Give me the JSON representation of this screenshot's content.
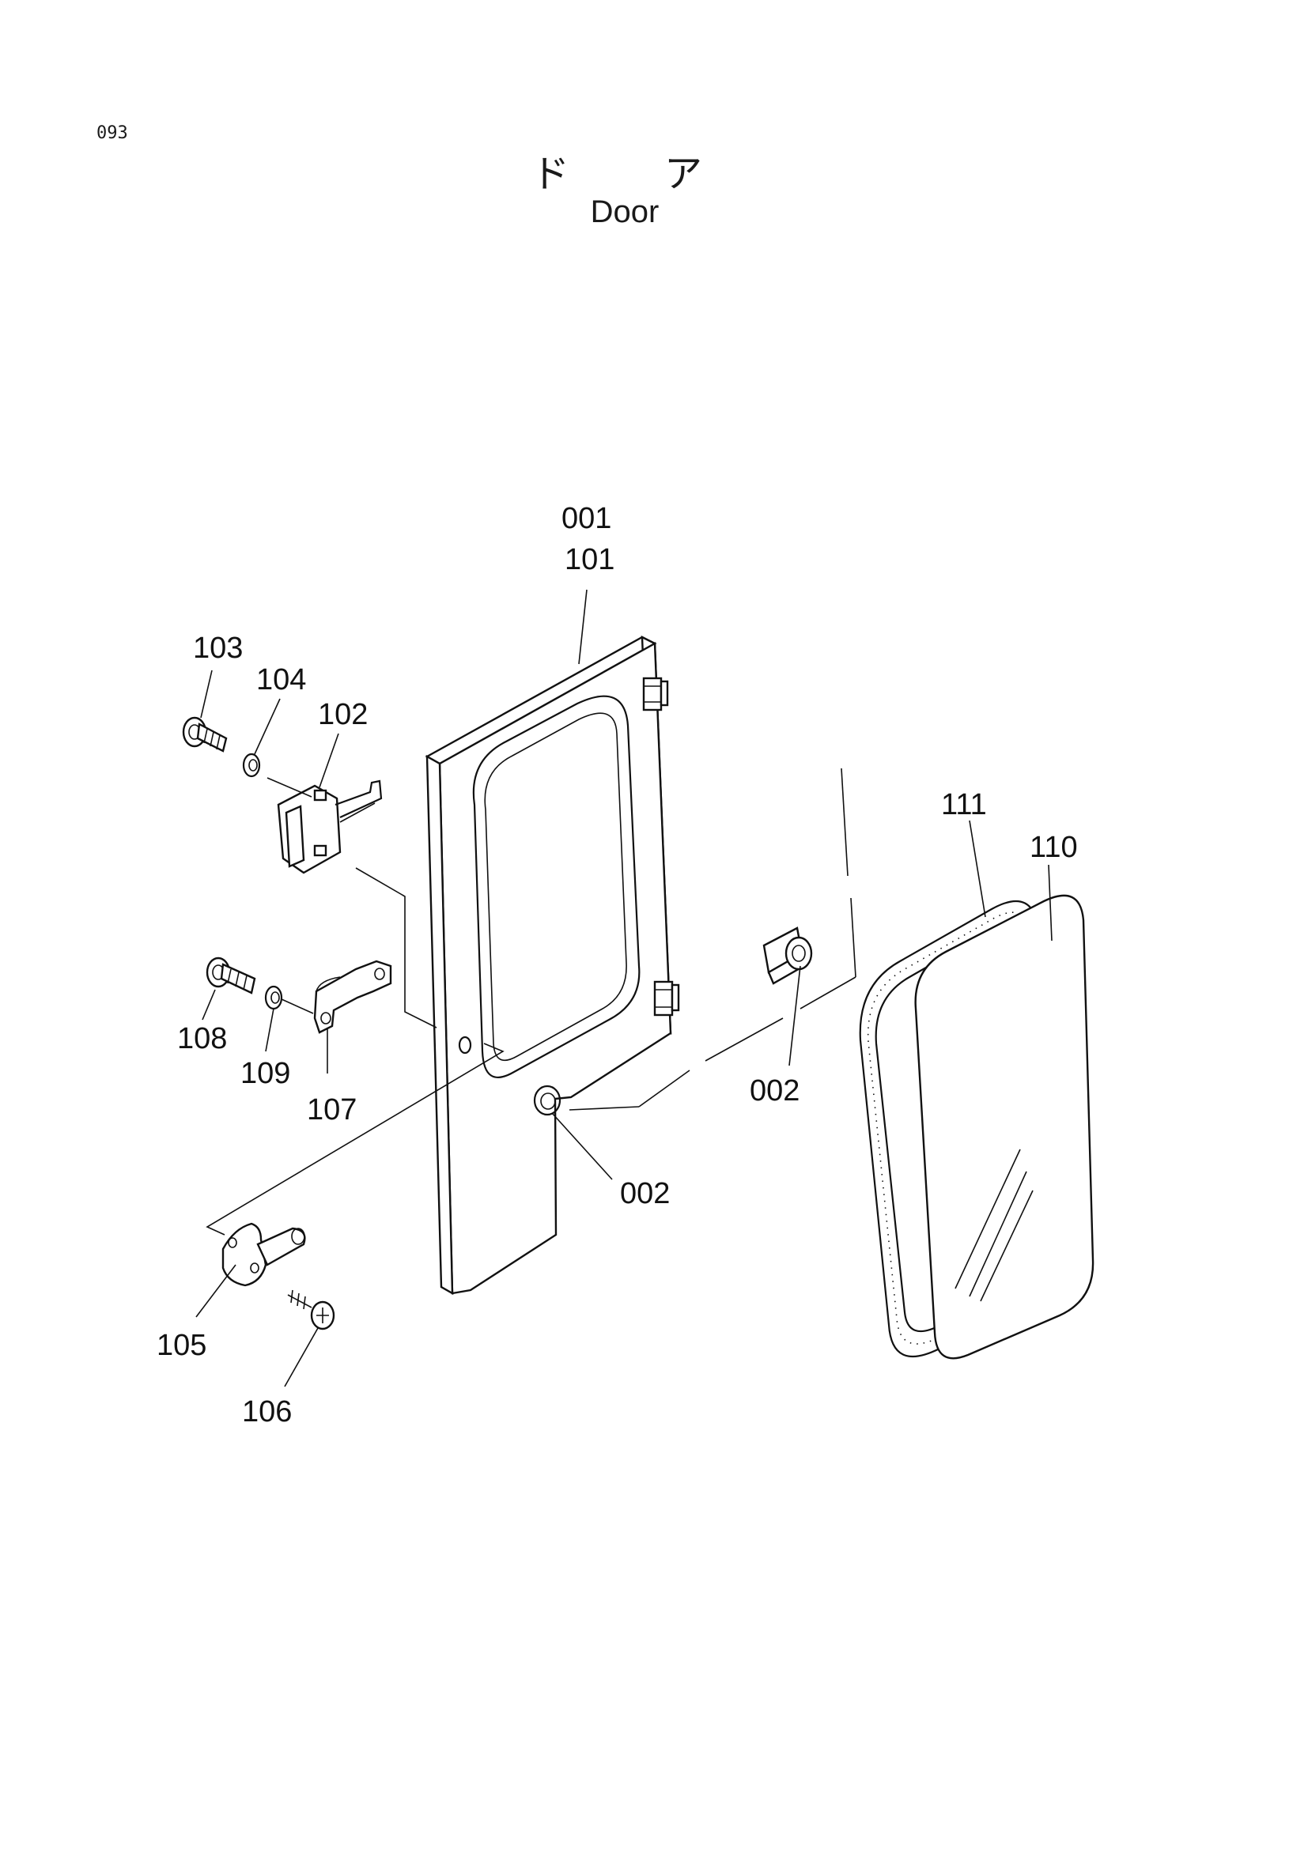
{
  "page_number": "093",
  "title_jp": "ドア",
  "title_en": "Door",
  "callouts": {
    "c001": "001",
    "c101": "101",
    "c103": "103",
    "c104": "104",
    "c102": "102",
    "c111": "111",
    "c110": "110",
    "c108": "108",
    "c109": "109",
    "c107": "107",
    "c002a": "002",
    "c002b": "002",
    "c105": "105",
    "c106": "106"
  }
}
